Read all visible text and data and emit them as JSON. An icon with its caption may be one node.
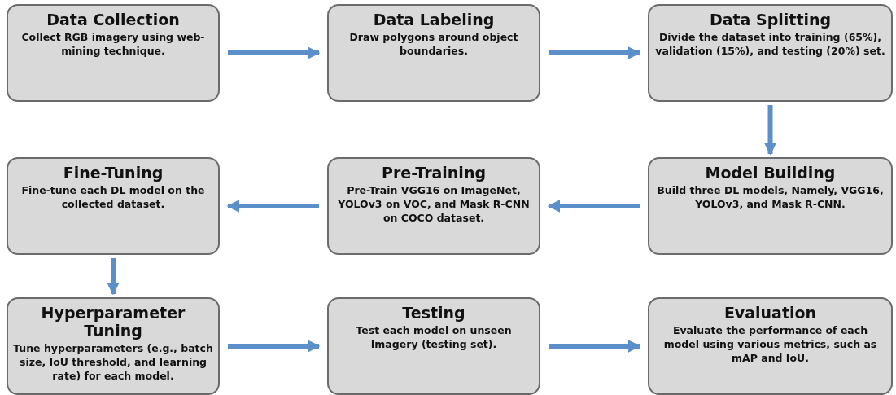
{
  "diagram": {
    "nodes": [
      {
        "text": [
          "Data Collection",
          "Collect RGB imagery using web-mining technique."
        ]
      },
      {
        "text": [
          "Data Labeling",
          "Draw polygons around object boundaries."
        ]
      },
      {
        "text": [
          "Data Splitting",
          "Divide the dataset into training (65%), validation (15%), and testing (20%) set."
        ]
      },
      {
        "text": [
          "Fine-Tuning",
          "Fine-tune each DL model on the collected dataset."
        ]
      },
      {
        "text": [
          "Pre-Training",
          "Pre-Train VGG16 on ImageNet, YOLOv3 on VOC, and Mask R-CNN on COCO dataset."
        ]
      },
      {
        "text": [
          "Model Building",
          "Build three DL models, Namely, VGG16, YOLOv3, and Mask R-CNN."
        ]
      },
      {
        "text": [
          "Hyperparameter Tuning",
          "Tune hyperparameters (e.g., batch size, IoU threshold, and learning rate) for each model."
        ]
      },
      {
        "text": [
          "Testing",
          "Test each model on unseen Imagery (testing set)."
        ]
      },
      {
        "text": [
          "Evaluation",
          "Evaluate the performance of each model using various metrics, such as mAP and IoU."
        ]
      }
    ],
    "edges": [
      {
        "from": 0,
        "to": 1,
        "arrow": "to"
      },
      {
        "from": 1,
        "to": 2,
        "arrow": "to"
      },
      {
        "from": 2,
        "to": 5,
        "arrow": "to"
      },
      {
        "from": 5,
        "to": 4,
        "arrow": "to"
      },
      {
        "from": 4,
        "to": 3,
        "arrow": "to"
      },
      {
        "from": 3,
        "to": 6,
        "arrow": "to"
      },
      {
        "from": 6,
        "to": 7,
        "arrow": "to"
      },
      {
        "from": 7,
        "to": 8,
        "arrow": "to"
      }
    ]
  }
}
